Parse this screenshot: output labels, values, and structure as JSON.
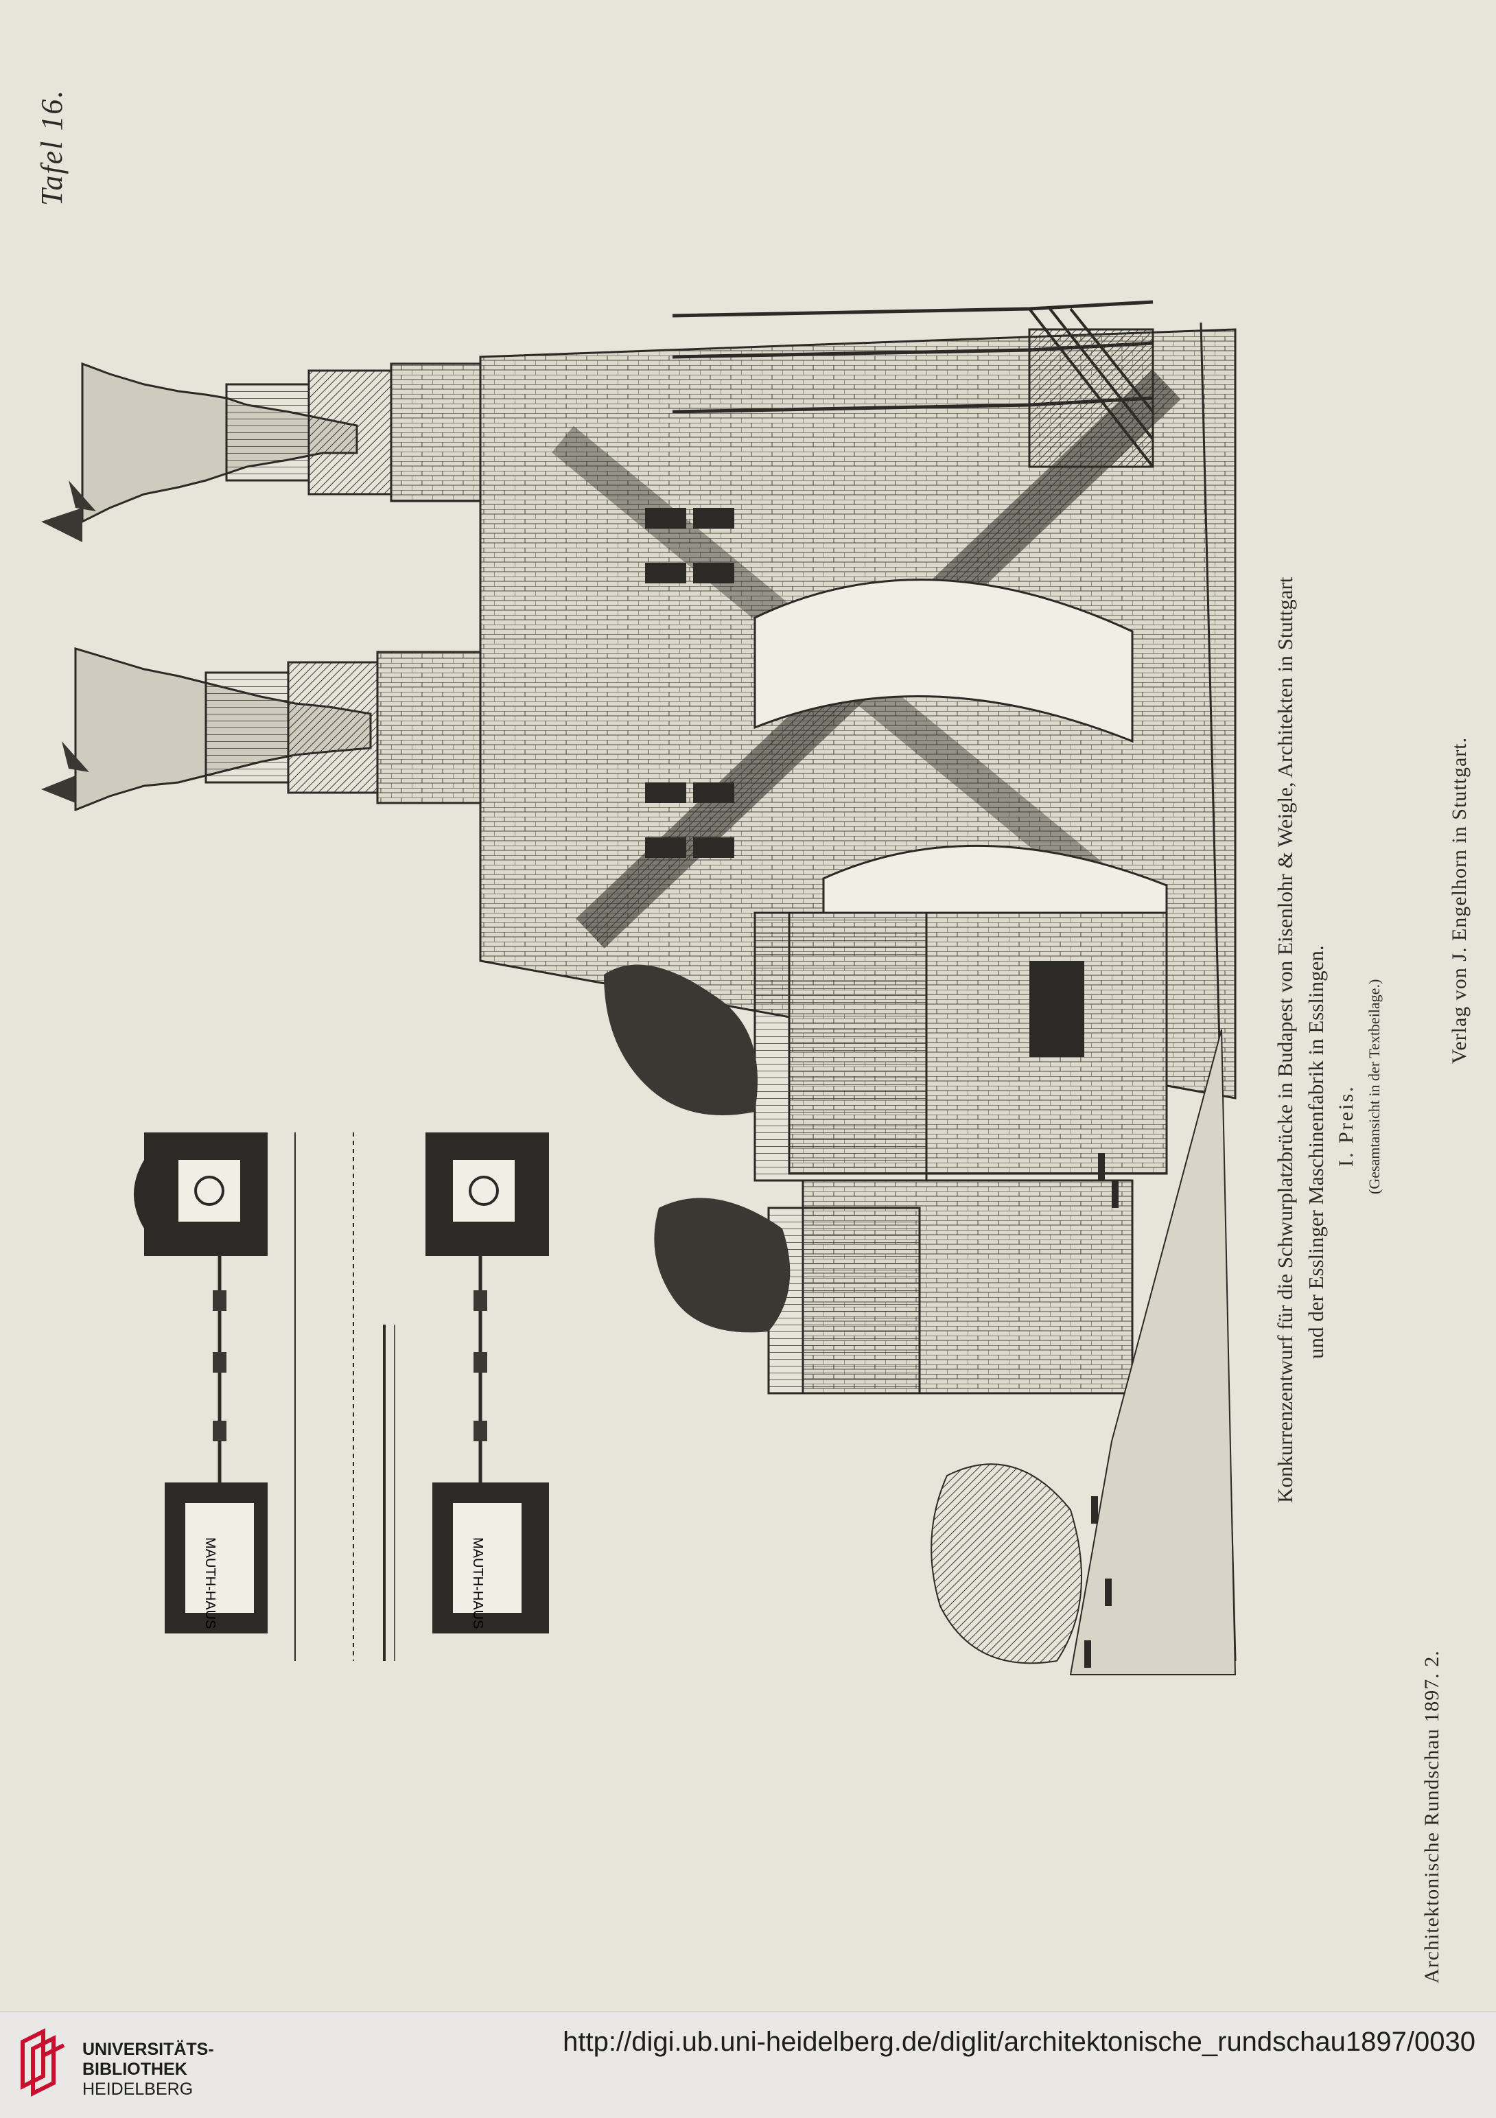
{
  "plate": {
    "label": "Tafel 16."
  },
  "caption": {
    "line1": "Konkurrenzentwurf für die Schwurplatzbrücke in Budapest von Eisenlohr & Weigle, Architekten in Stuttgart",
    "line2": "und der Esslinger Maschinenfabrik in Esslingen.",
    "prize": "I. Preis.",
    "note": "(Gesamtansicht in der Textbeilage.)"
  },
  "publisher": "Verlag von J. Engelhorn in Stuttgart.",
  "journal": "Architektonische Rundschau 1897. 2.",
  "plans": {
    "tollhouse_label": "MAUTH-HAUS"
  },
  "footer": {
    "logo_lines": [
      "UNIVERSITÄTS-",
      "BIBLIOTHEK",
      "HEIDELBERG"
    ],
    "url": "http://digi.ub.uni-heidelberg.de/diglit/architektonische_rundschau1897/0030"
  },
  "colors": {
    "paper": "#e7e4da",
    "ink": "#2b2a26",
    "logo_red": "#c8102e"
  }
}
